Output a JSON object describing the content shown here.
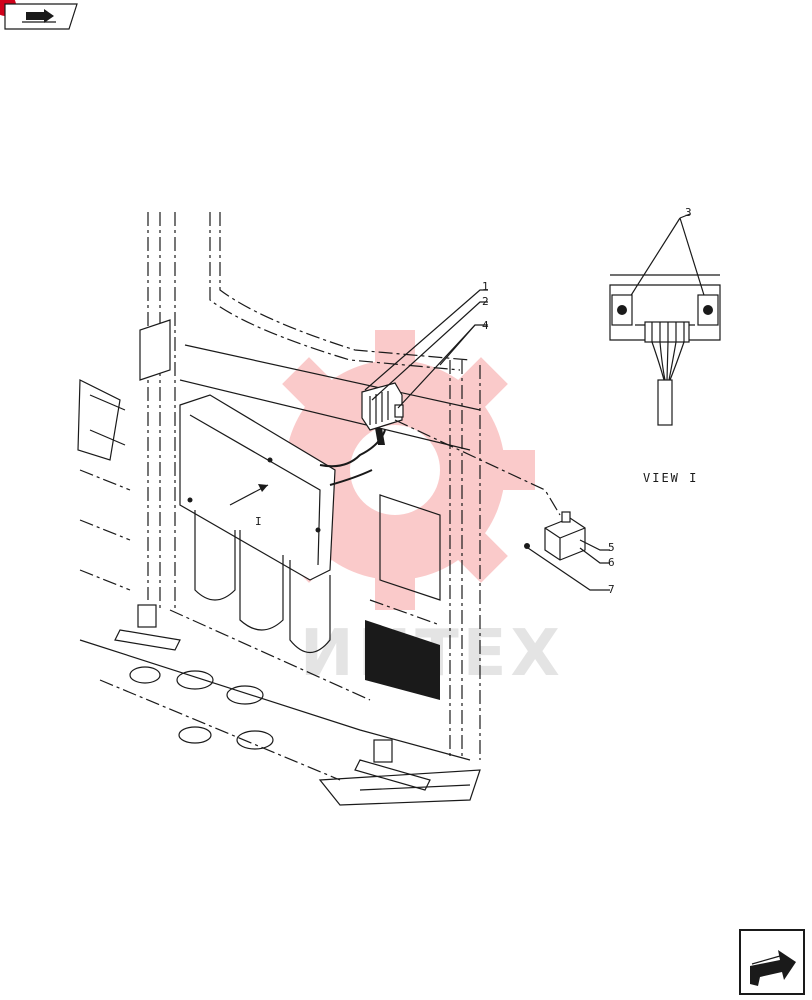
{
  "callouts": {
    "c1": "1",
    "c2": "2",
    "c3": "3",
    "c4": "4",
    "c5": "5",
    "c6": "6",
    "c7": "7",
    "detail_marker": "I"
  },
  "view_label": "VIEW I",
  "watermark": {
    "text": "ИНТЕХ",
    "color": "#f26b6b"
  },
  "icons": {
    "top_left": "book-arrow-icon",
    "bottom_right": "next-page-arrow-icon"
  },
  "colors": {
    "line": "#1a1a1a",
    "badge": "#d0021b"
  }
}
